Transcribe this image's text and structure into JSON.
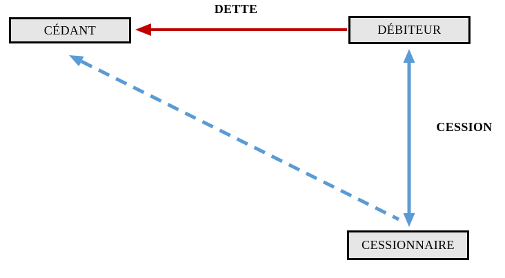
{
  "colors": {
    "red": "#c00000",
    "blue": "#5b9bd5",
    "box_fill": "#e7e6e6",
    "box_border": "#000000",
    "background": "#ffffff"
  },
  "nodes": {
    "cedant": {
      "label": "CÉDANT"
    },
    "debiteur": {
      "label": "DÉBITEUR"
    },
    "cessionnaire": {
      "label": "CESSIONNAIRE"
    }
  },
  "edges": {
    "dette": {
      "label": "DETTE",
      "style": "solid",
      "color": "#c00000",
      "direction": "DÉBITEUR → CÉDANT"
    },
    "cession": {
      "label": "CESSION",
      "style": "solid",
      "color": "#5b9bd5",
      "direction": "DÉBITEUR ↔ CESSIONNAIRE"
    },
    "cessionnaire_to_cedant": {
      "label": "",
      "style": "dashed",
      "color": "#5b9bd5",
      "direction": "CESSIONNAIRE → CÉDANT"
    }
  }
}
